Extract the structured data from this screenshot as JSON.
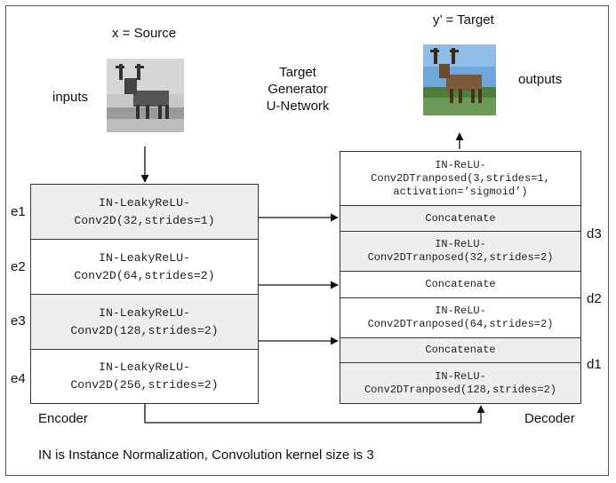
{
  "source_label": "x = Source",
  "target_label": "y’ = Target",
  "inputs_label": "inputs",
  "outputs_label": "outputs",
  "network_title": [
    "Target",
    "Generator",
    "U-Network"
  ],
  "encoder": {
    "label": "Encoder",
    "layers": [
      {
        "name": "e1",
        "lines": [
          "IN-LeakyReLU-",
          "Conv2D(32,strides=1)"
        ]
      },
      {
        "name": "e2",
        "lines": [
          "IN-LeakyReLU-",
          "Conv2D(64,strides=2)"
        ]
      },
      {
        "name": "e3",
        "lines": [
          "IN-LeakyReLU-",
          "Conv2D(128,strides=2)"
        ]
      },
      {
        "name": "e4",
        "lines": [
          "IN-LeakyReLU-",
          "Conv2D(256,strides=2)"
        ]
      }
    ]
  },
  "decoder": {
    "label": "Decoder",
    "top_block": [
      "IN-ReLU-",
      "Conv2DTranposed(3,strides=1,",
      "activation=’sigmoid’)"
    ],
    "concat_label": "Concatenate",
    "layers": [
      {
        "name": "d3",
        "lines": [
          "IN-ReLU-",
          "Conv2DTranposed(32,strides=2)"
        ]
      },
      {
        "name": "d2",
        "lines": [
          "IN-ReLU-",
          "Conv2DTranposed(64,strides=2)"
        ]
      },
      {
        "name": "d1",
        "lines": [
          "IN-ReLU-",
          "Conv2DTranposed(128,strides=2)"
        ]
      }
    ]
  },
  "footnote": "IN is Instance Normalization, Convolution kernel size is 3",
  "colors": {
    "block_gray": "#eeeeee",
    "border": "#333333"
  }
}
